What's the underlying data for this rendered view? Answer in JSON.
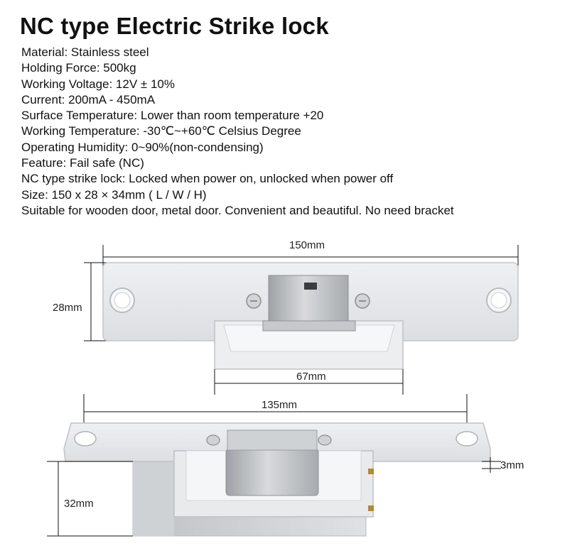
{
  "title": "NC type Electric Strike lock",
  "specs": [
    "Material: Stainless steel",
    "Holding Force: 500kg",
    "Working Voltage: 12V ± 10%",
    "Current: 200mA - 450mA",
    "Surface Temperature: Lower than room temperature +20",
    "Working Temperature: -30℃~+60℃ Celsius Degree",
    "Operating Humidity: 0~90%(non-condensing)",
    "Feature: Fail safe (NC)",
    "NC type strike lock: Locked when power on, unlocked when power off",
    "Size: 150 x 28 × 34mm ( L / W / H)",
    "Suitable for wooden door, metal door. Convenient and beautiful. No need bracket"
  ],
  "dimensions": {
    "length": "150mm",
    "width": "28mm",
    "mortise_width": "67mm",
    "hole_spacing": "135mm",
    "plate_thickness": "3mm",
    "depth": "32mm"
  },
  "colors": {
    "plate": "#e6e8ea",
    "plate_edge": "#c9ccd0",
    "steel": "#b9bcbf",
    "dim_line": "#111111"
  }
}
